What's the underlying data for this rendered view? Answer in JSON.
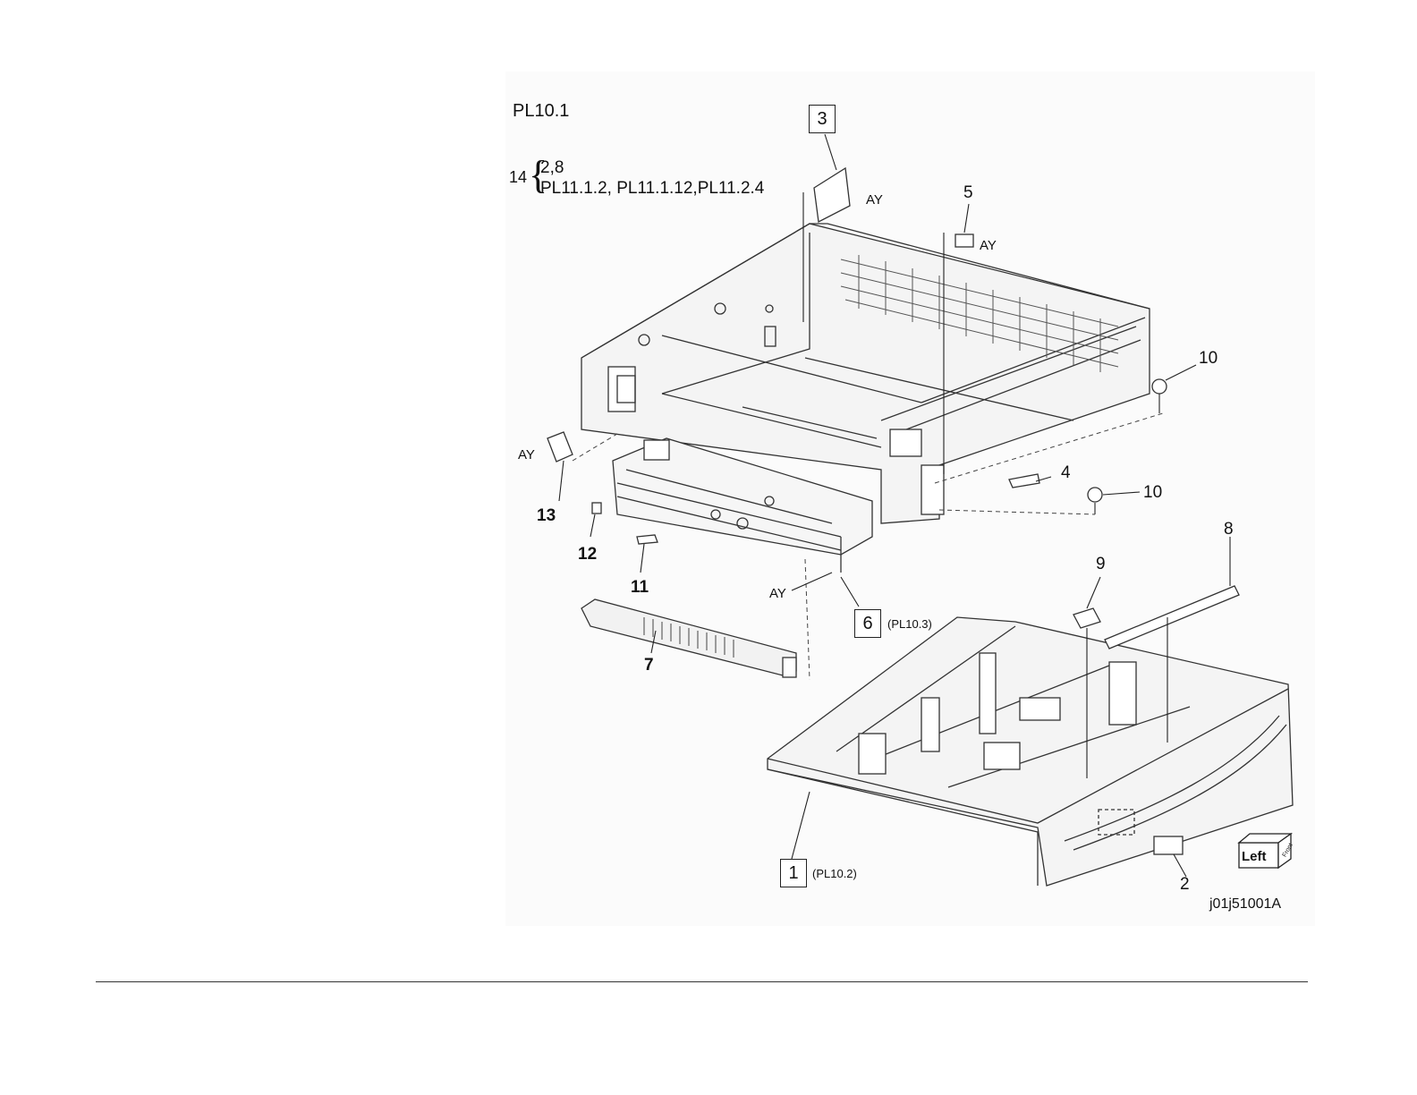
{
  "plate_title": "PL10.1",
  "note": {
    "item": "14",
    "line1": "2,8",
    "line2": "PL11.1.2, PL11.1.12,PL11.2.4"
  },
  "callouts": {
    "c1": "1",
    "c1_ref": "(PL10.2)",
    "c2": "2",
    "c3": "3",
    "c4": "4",
    "c5": "5",
    "c6": "6",
    "c6_ref": "(PL10.3)",
    "c7": "7",
    "c8": "8",
    "c9": "9",
    "c10a": "10",
    "c10b": "10",
    "c11": "11",
    "c12": "12",
    "c13": "13"
  },
  "assembly_mark": "AY",
  "orientation": {
    "left": "Left",
    "front": "Front"
  },
  "figure_id": "j01j51001A"
}
